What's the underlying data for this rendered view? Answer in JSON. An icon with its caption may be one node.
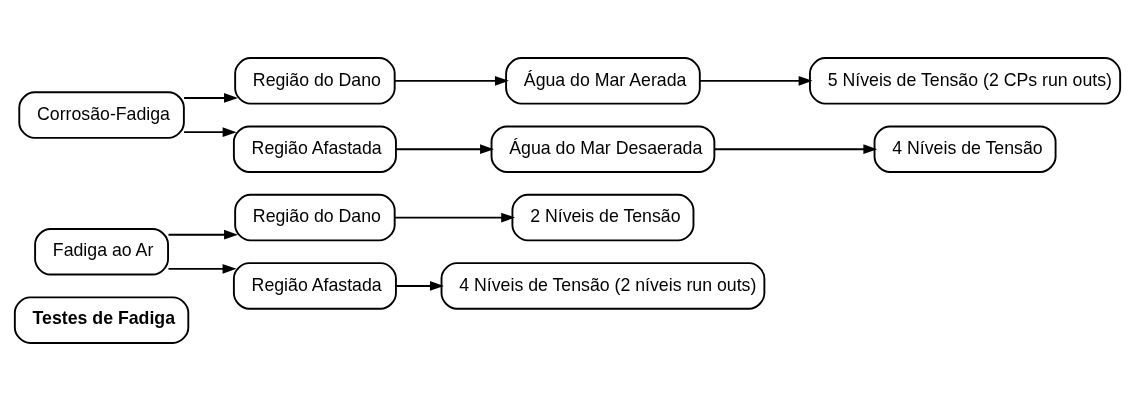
{
  "diagram": {
    "nodes": [
      {
        "text": [
          "Testes de Fadiga"
        ]
      },
      {
        "text": [
          "Fadiga ao Ar"
        ]
      },
      {
        "text": [
          "Região do Dano"
        ]
      },
      {
        "text": [
          "2 Níveis de Tensão"
        ]
      },
      {
        "text": [
          "Região Afastada"
        ]
      },
      {
        "text": [
          "4 Níveis de Tensão (2 níveis run outs)"
        ]
      },
      {
        "text": [
          "Corrosão-Fadiga"
        ]
      },
      {
        "text": [
          "Região do Dano"
        ]
      },
      {
        "text": [
          "Água do Mar Aerada"
        ]
      },
      {
        "text": [
          "5 Níveis de Tensão (2 CPs run outs)"
        ]
      },
      {
        "text": [
          "Região Afastada"
        ]
      },
      {
        "text": [
          "Água do Mar Desaerada"
        ]
      },
      {
        "text": [
          "4 Níveis de Tensão"
        ]
      }
    ],
    "edges": [
      {
        "from": 1,
        "to": 2,
        "arrow": "to"
      },
      {
        "from": 1,
        "to": 4,
        "arrow": "to"
      },
      {
        "from": 2,
        "to": 3,
        "arrow": "to"
      },
      {
        "from": 4,
        "to": 5,
        "arrow": "to"
      },
      {
        "from": 6,
        "to": 7,
        "arrow": "to"
      },
      {
        "from": 6,
        "to": 10,
        "arrow": "to"
      },
      {
        "from": 7,
        "to": 8,
        "arrow": "to"
      },
      {
        "from": 8,
        "to": 9,
        "arrow": "to"
      },
      {
        "from": 10,
        "to": 11,
        "arrow": "to"
      },
      {
        "from": 11,
        "to": 12,
        "arrow": "to"
      }
    ]
  }
}
